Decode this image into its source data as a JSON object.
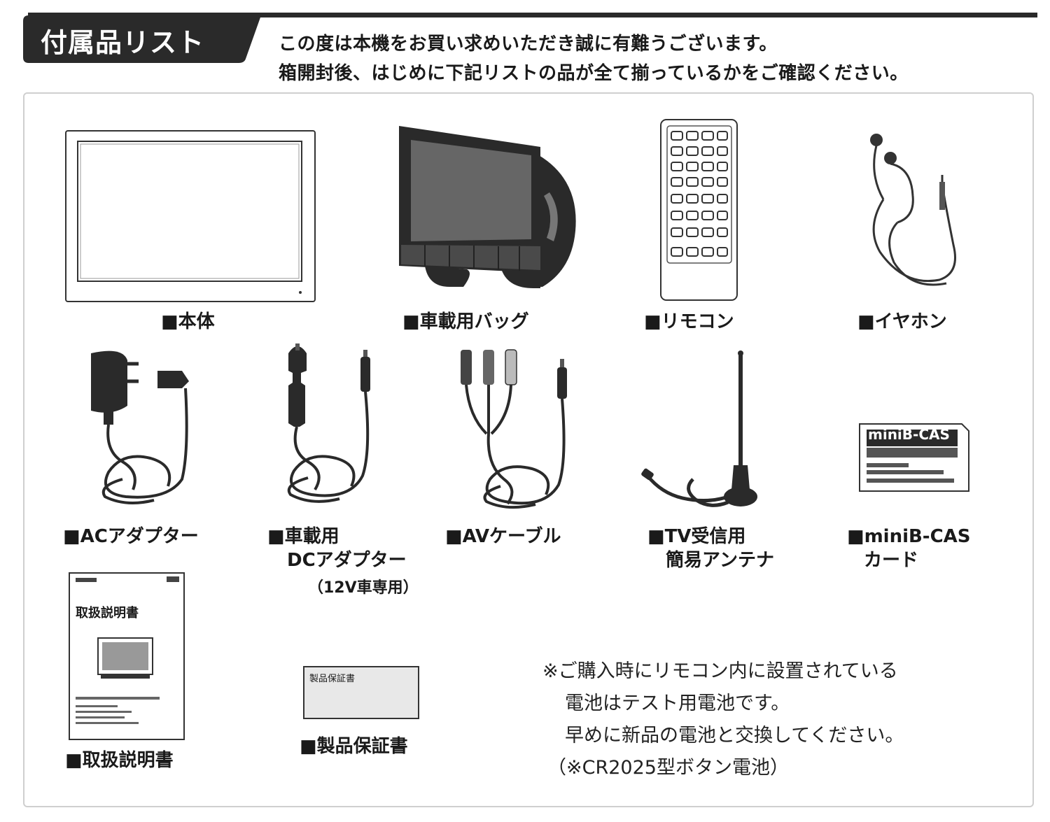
{
  "header": {
    "title": "付属品リスト",
    "intro_line1": "この度は本機をお買い求めいただき誠に有難うございます。",
    "intro_line2": "箱開封後、はじめに下記リストの品が全て揃っているかをご確認ください。"
  },
  "items": {
    "main_unit": "■本体",
    "car_bag": "■車載用バッグ",
    "remote": "■リモコン",
    "earphone": "■イヤホン",
    "ac_adapter": "■ACアダプター",
    "dc_adapter_line1": "■車載用",
    "dc_adapter_line2": "DCアダプター",
    "dc_adapter_note": "（12V車専用）",
    "av_cable": "■AVケーブル",
    "antenna_line1": "■TV受信用",
    "antenna_line2": "簡易アンテナ",
    "bcas_line1": "■miniB-CAS",
    "bcas_line2": "カード",
    "manual": "■取扱説明書",
    "warranty": "■製品保証書"
  },
  "illustration_text": {
    "manual_cover_title": "取扱説明書",
    "warranty_card_title": "製品保証書",
    "bcas_card_logo": "miniB-CAS"
  },
  "note": {
    "line1": "※ご購入時にリモコン内に設置されている",
    "line2": "電池はテスト用電池です。",
    "line3": "早めに新品の電池と交換してください。",
    "line4": "（※CR2025型ボタン電池）"
  }
}
